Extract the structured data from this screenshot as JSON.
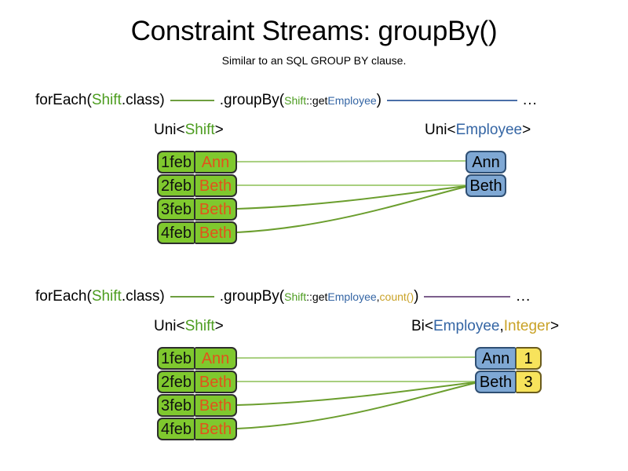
{
  "header": {
    "title": "Constraint Streams: groupBy()",
    "subtitle": "Similar to an SQL GROUP BY clause."
  },
  "colors": {
    "shift_green": "#7FC82E",
    "shift_name_text": "#E2521B",
    "employee_blue": "#7FA8D4",
    "integer_yellow": "#F7E35C",
    "token_green": "#4C9C1F",
    "token_blue": "#3465A4",
    "token_gold": "#C9A227",
    "connector_green": "#6E9E3F",
    "connector_blue": "#4A6FA8",
    "connector_purple": "#7C5E8C"
  },
  "sections": [
    {
      "id": "groupby-single",
      "code": {
        "for_each": {
          "prefix": "forEach(",
          "type": "Shift",
          "suffix": ".class)"
        },
        "group_by": {
          "prefix": ".groupBy(",
          "ref_owner": "Shift",
          "ref_sep": "::get",
          "ref_target": "Employee",
          "suffix": ")"
        },
        "ellipsis": "..."
      },
      "left_label": {
        "outer_open": "Uni<",
        "generic": "Shift",
        "outer_close": ">"
      },
      "right_label": {
        "outer_open": "Uni<",
        "generic": "Employee",
        "outer_close": ">"
      },
      "left_rows": [
        {
          "date": "1feb",
          "name": "Ann"
        },
        {
          "date": "2feb",
          "name": "Beth"
        },
        {
          "date": "3feb",
          "name": "Beth"
        },
        {
          "date": "4feb",
          "name": "Beth"
        }
      ],
      "right_rows": [
        {
          "name": "Ann"
        },
        {
          "name": "Beth"
        }
      ]
    },
    {
      "id": "groupby-count",
      "code": {
        "for_each": {
          "prefix": "forEach(",
          "type": "Shift",
          "suffix": ".class)"
        },
        "group_by": {
          "prefix": ".groupBy(",
          "ref_owner": "Shift",
          "ref_sep": "::get",
          "ref_target": "Employee",
          "comma": ", ",
          "collector": "count()",
          "suffix": ")"
        },
        "ellipsis": "..."
      },
      "left_label": {
        "outer_open": "Uni<",
        "generic": "Shift",
        "outer_close": ">"
      },
      "right_label": {
        "outer_open": "Bi<",
        "generic": "Employee",
        "separator": ", ",
        "generic2": "Integer",
        "outer_close": ">"
      },
      "left_rows": [
        {
          "date": "1feb",
          "name": "Ann"
        },
        {
          "date": "2feb",
          "name": "Beth"
        },
        {
          "date": "3feb",
          "name": "Beth"
        },
        {
          "date": "4feb",
          "name": "Beth"
        }
      ],
      "right_rows": [
        {
          "name": "Ann",
          "count": "1"
        },
        {
          "name": "Beth",
          "count": "3"
        }
      ]
    }
  ]
}
